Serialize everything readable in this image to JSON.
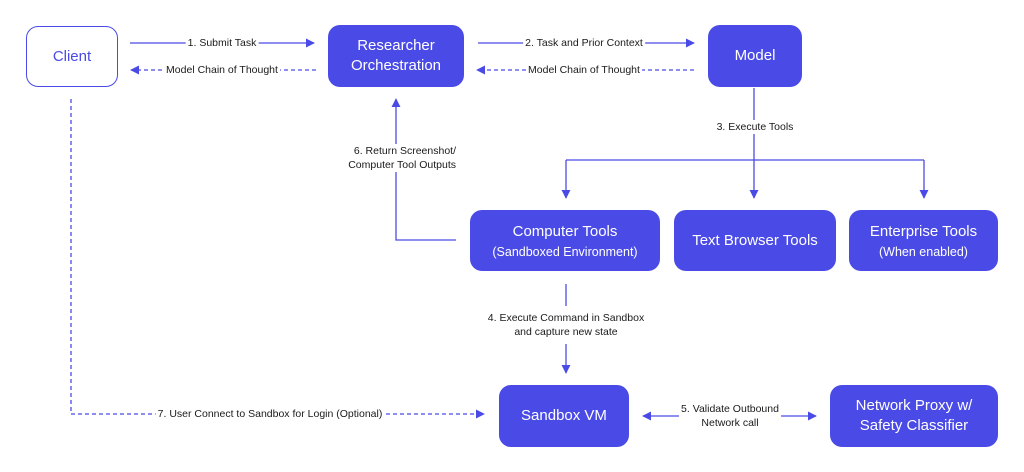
{
  "nodes": {
    "client": {
      "label": "Client"
    },
    "orchestration": {
      "label": "Researcher\nOrchestration"
    },
    "model": {
      "label": "Model"
    },
    "computer_tools": {
      "label": "Computer Tools",
      "sublabel": "(Sandboxed Environment)"
    },
    "text_browser": {
      "label": "Text Browser Tools"
    },
    "enterprise_tools": {
      "label": "Enterprise Tools",
      "sublabel": "(When enabled)"
    },
    "sandbox_vm": {
      "label": "Sandbox VM"
    },
    "network_proxy": {
      "label": "Network Proxy w/\nSafety Classifier"
    }
  },
  "edges": {
    "submit_task": "1. Submit Task",
    "chain_of_thought_client": "Model Chain of  Thought",
    "task_context": "2. Task and Prior Context",
    "chain_of_thought_model": "Model Chain of  Thought",
    "execute_tools": "3. Execute Tools",
    "execute_command": "4. Execute Command in Sandbox\nand capture new state",
    "validate_outbound": "5. Validate Outbound\nNetwork call",
    "return_screenshot": "6. Return Screenshot/\nComputer Tool Outputs",
    "user_connect": "7. User Connect to Sandbox for Login (Optional)"
  },
  "colors": {
    "accent": "#4a4ae6",
    "text": "#1a1a1a",
    "background": "#ffffff"
  }
}
